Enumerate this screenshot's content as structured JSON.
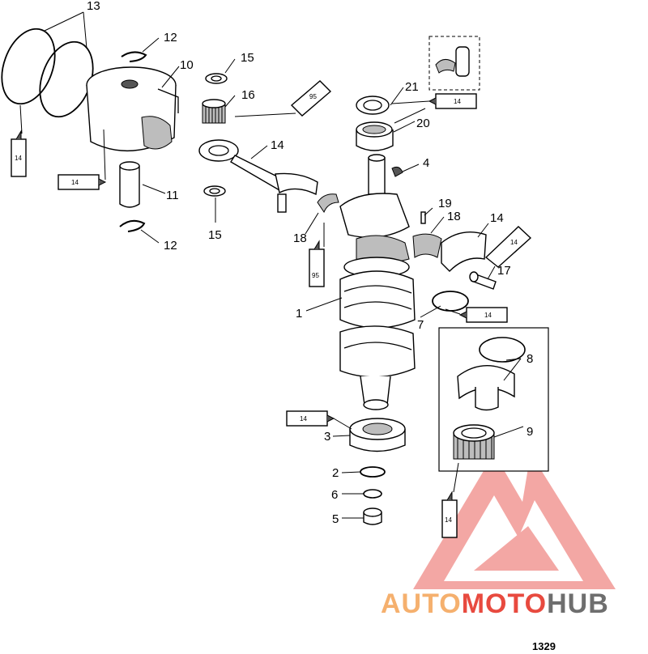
{
  "figure": {
    "number": "1329"
  },
  "callouts": {
    "c1": "1",
    "c2": "2",
    "c3": "3",
    "c4": "4",
    "c5": "5",
    "c6": "6",
    "c7": "7",
    "c8": "8",
    "c9": "9",
    "c10": "10",
    "c11": "11",
    "c12a": "12",
    "c12b": "12",
    "c13": "13",
    "c14a": "14",
    "c14b": "14",
    "c15a": "15",
    "c15b": "15",
    "c16": "16",
    "c17": "17",
    "c18a": "18",
    "c18b": "18",
    "c19": "19",
    "c20": "20",
    "c21": "21"
  },
  "tubes": {
    "t1": "14",
    "t2": "14",
    "t3": "95",
    "t4": "95",
    "t5": "14",
    "t6": "14",
    "t7": "14",
    "t8": "14",
    "t9": "14"
  },
  "watermark": {
    "part1": "AUTO",
    "part2": "MOTO",
    "part3": "HUB",
    "colors": {
      "light": "#f5b06e",
      "red": "#e84a3f",
      "gray": "#6e6e6e"
    }
  }
}
